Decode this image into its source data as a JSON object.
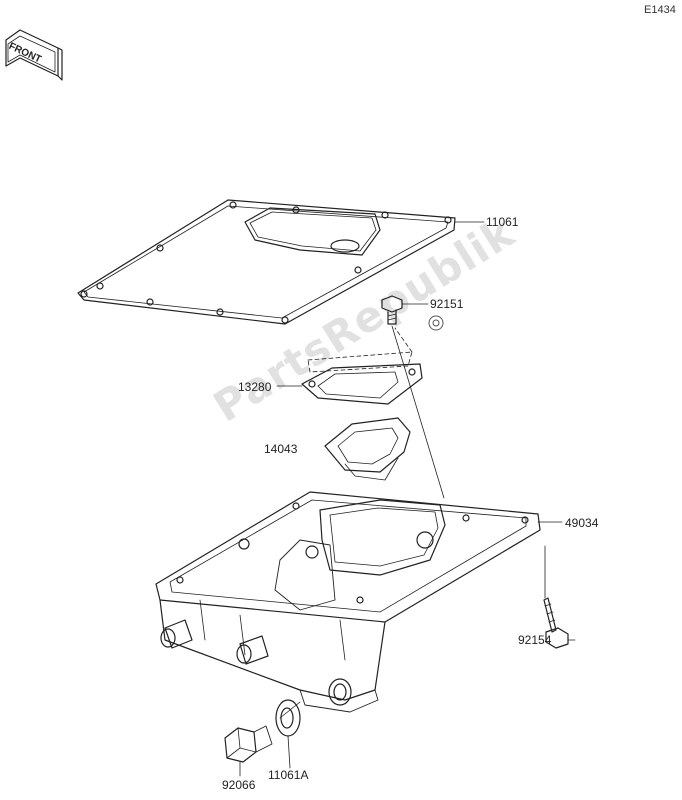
{
  "diagram": {
    "code": "E1434",
    "front_label": "FRONT",
    "watermark": "PartsRepublik",
    "parts": [
      {
        "number": "11061"
      },
      {
        "number": "92151"
      },
      {
        "number": "13280"
      },
      {
        "number": "14043"
      },
      {
        "number": "49034"
      },
      {
        "number": "92154"
      },
      {
        "number": "11061A"
      },
      {
        "number": "92066"
      }
    ]
  }
}
